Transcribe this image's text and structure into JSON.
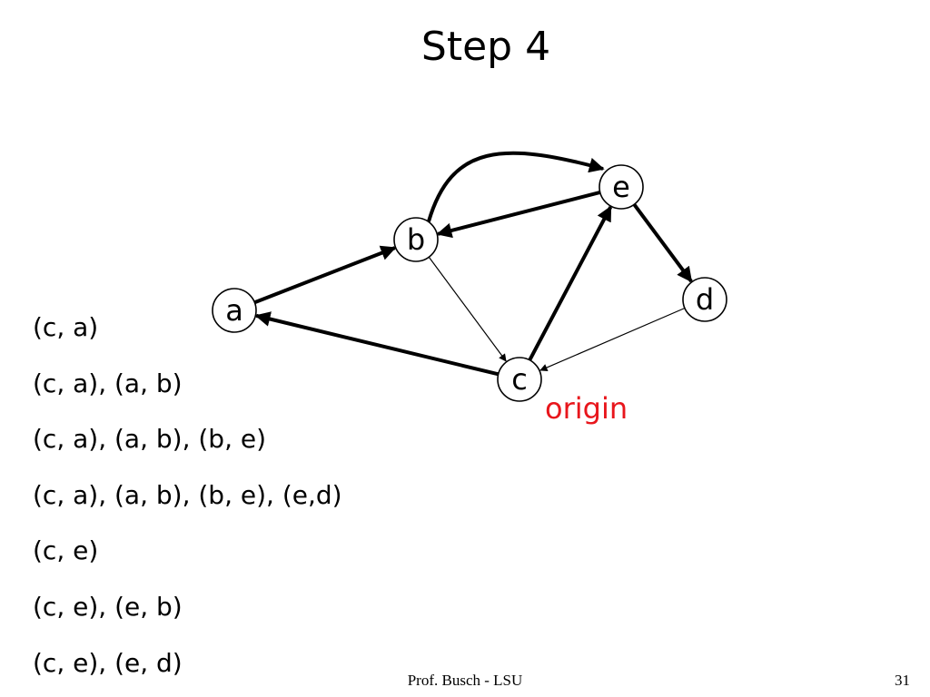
{
  "title": "Step 4",
  "graph": {
    "nodes": [
      {
        "id": "a",
        "label": "a"
      },
      {
        "id": "b",
        "label": "b"
      },
      {
        "id": "c",
        "label": "c"
      },
      {
        "id": "d",
        "label": "d"
      },
      {
        "id": "e",
        "label": "e"
      }
    ],
    "edges": [
      {
        "from": "a",
        "to": "b",
        "weight": "thick"
      },
      {
        "from": "b",
        "to": "e",
        "weight": "thick",
        "curved": true
      },
      {
        "from": "e",
        "to": "b",
        "weight": "thick"
      },
      {
        "from": "e",
        "to": "d",
        "weight": "thick"
      },
      {
        "from": "c",
        "to": "e",
        "weight": "thick"
      },
      {
        "from": "c",
        "to": "a",
        "weight": "thick"
      },
      {
        "from": "b",
        "to": "c",
        "weight": "thin"
      },
      {
        "from": "d",
        "to": "c",
        "weight": "thin"
      }
    ],
    "origin_label": "origin",
    "origin_color": "#e8161c"
  },
  "paths": [
    "(c, a)",
    "(c, a), (a, b)",
    "(c, a), (a, b), (b, e)",
    "(c, a), (a, b), (b, e), (e,d)",
    "(c, e)",
    "(c, e), (e, b)",
    "(c, e), (e, d)"
  ],
  "footer": {
    "credit": "Prof. Busch - LSU",
    "page_number": "31"
  }
}
